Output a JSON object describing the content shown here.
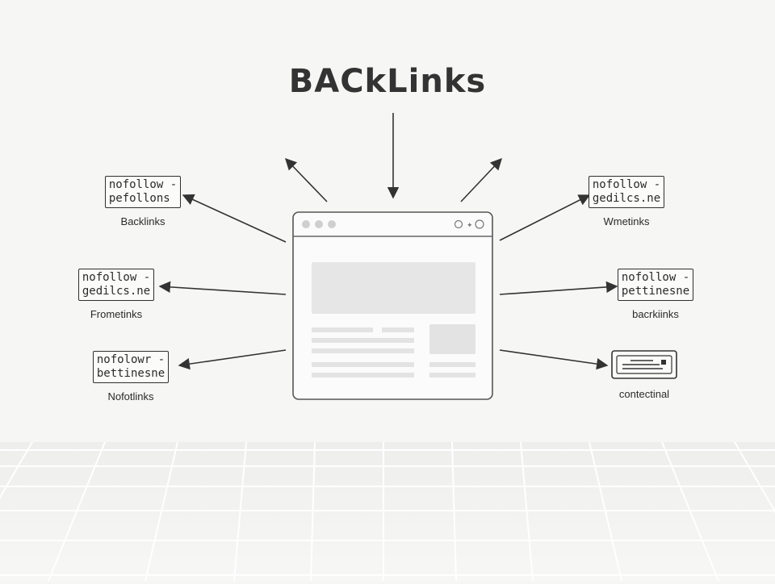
{
  "title": "BACkLinks",
  "nodes": {
    "left_top": {
      "line1": "nofollow -",
      "line2": "pefollons",
      "caption": "Backlinks"
    },
    "left_mid": {
      "line1": "nofollow -",
      "line2": "gedilcs.ne",
      "caption": "Frometinks"
    },
    "left_bot": {
      "line1": "nofolowr -",
      "line2": "bettinesne",
      "caption": "Nofotlinks"
    },
    "right_top": {
      "line1": "nofollow -",
      "line2": "gedilcs.ne",
      "caption": "Wmetinks"
    },
    "right_mid": {
      "line1": "nofollow -",
      "line2": "pettinesne",
      "caption": "bacrkiinks"
    },
    "right_bot": {
      "caption": "contectinal",
      "icon": "contextual-card-icon"
    }
  },
  "colors": {
    "line": "#333333",
    "wireframe": "#e6e6e6",
    "background": "#f6f6f5"
  }
}
